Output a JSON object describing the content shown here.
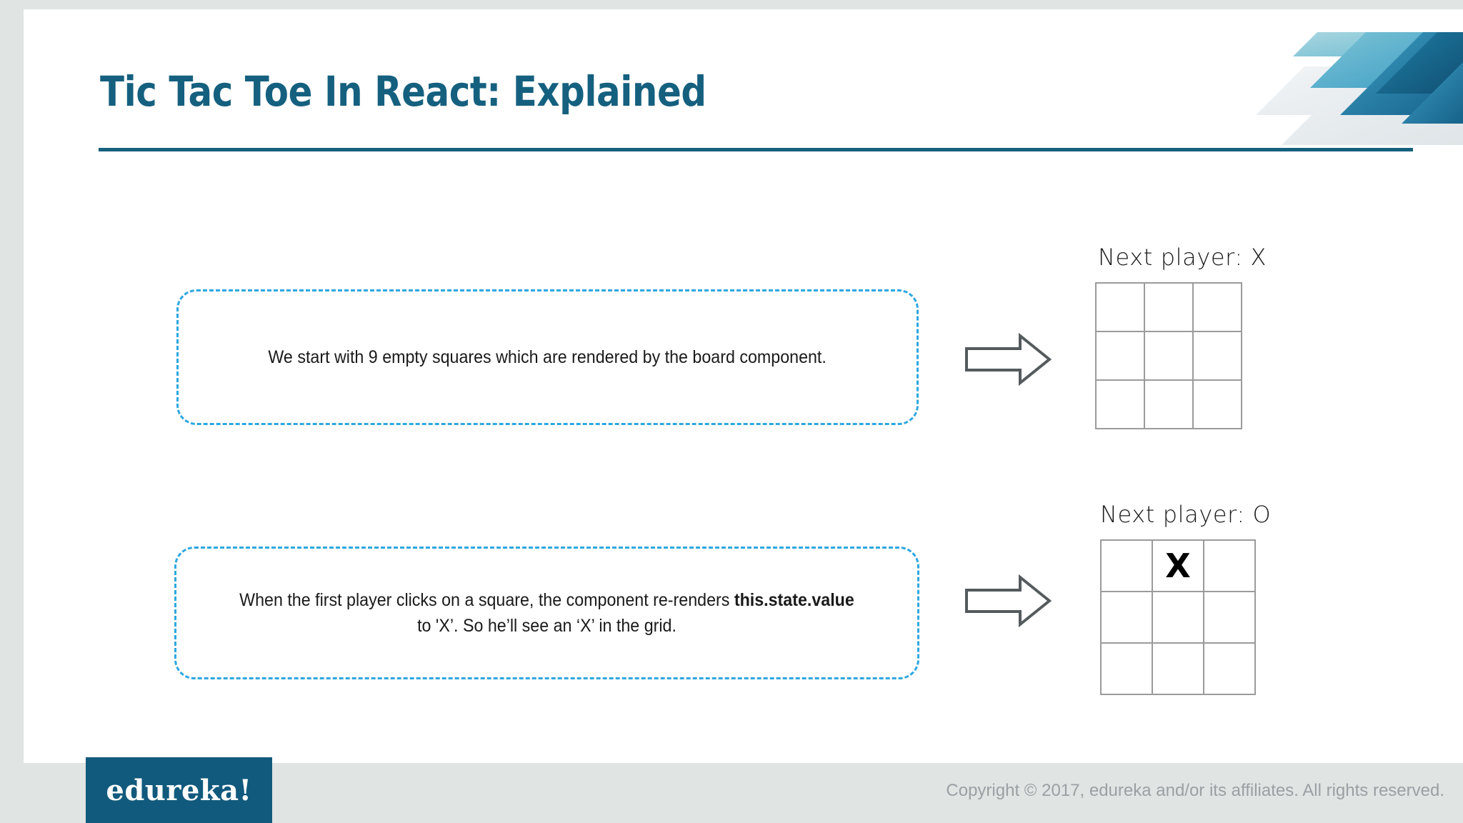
{
  "slide": {
    "title": "Tic Tac Toe In React: Explained",
    "accent_color": "#15607f",
    "dashed_border_color": "#2ea7e0",
    "page_background": "#e0e4e3",
    "card_background": "#ffffff"
  },
  "decor": {
    "name": "corner-stripes",
    "colors": [
      "#e9ecee",
      "#f1f4f6",
      "#9fd2dd",
      "#6fc0d3",
      "#3b9cc2",
      "#1d7fa8",
      "#16628a",
      "#114f72"
    ]
  },
  "steps": [
    {
      "callout": {
        "text_before": "We start with 9 empty squares which are rendered by the board component.",
        "bold": "",
        "text_after": ""
      },
      "arrow": "right-arrow",
      "board": {
        "label": "Next player: X",
        "cells": [
          "",
          "",
          "",
          "",
          "",
          "",
          "",
          "",
          ""
        ]
      }
    },
    {
      "callout": {
        "text_before": "When the first player clicks on a square, the component re-renders ",
        "bold": "this.state.value",
        "text_after": " to 'X’. So he’ll see an ‘X’ in the grid."
      },
      "arrow": "right-arrow",
      "board": {
        "label": "Next player: O",
        "cells": [
          "",
          "X",
          "",
          "",
          "",
          "",
          "",
          "",
          ""
        ]
      }
    }
  ],
  "footer": {
    "logo_text": "edureka!",
    "logo_background": "#115a7d",
    "copyright": "Copyright © 2017, edureka and/or its affiliates. All rights reserved."
  }
}
